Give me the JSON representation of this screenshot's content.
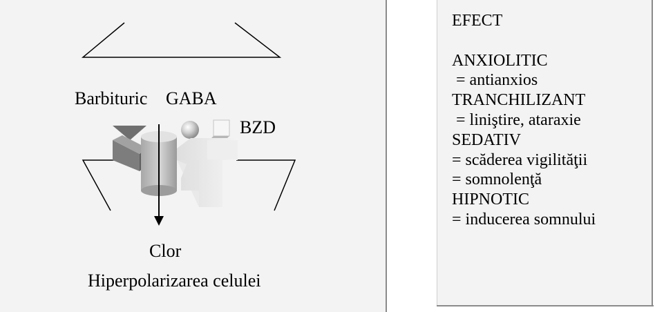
{
  "diagram": {
    "labels": {
      "barbituric": "Barbituric",
      "gaba": "GABA",
      "bzd": "BZD",
      "clor": "Clor",
      "result": "Hiperpolarizarea celulei"
    }
  },
  "effects": {
    "lines": [
      "EFECT",
      "",
      "ANXIOLITIC",
      " = antianxios",
      "TRANCHILIZANT",
      " = liniştire, ataraxie",
      "SEDATIV",
      "= scăderea vigilităţii",
      "= somnolenţă",
      "HIPNOTIC",
      "= inducerea somnului"
    ]
  }
}
